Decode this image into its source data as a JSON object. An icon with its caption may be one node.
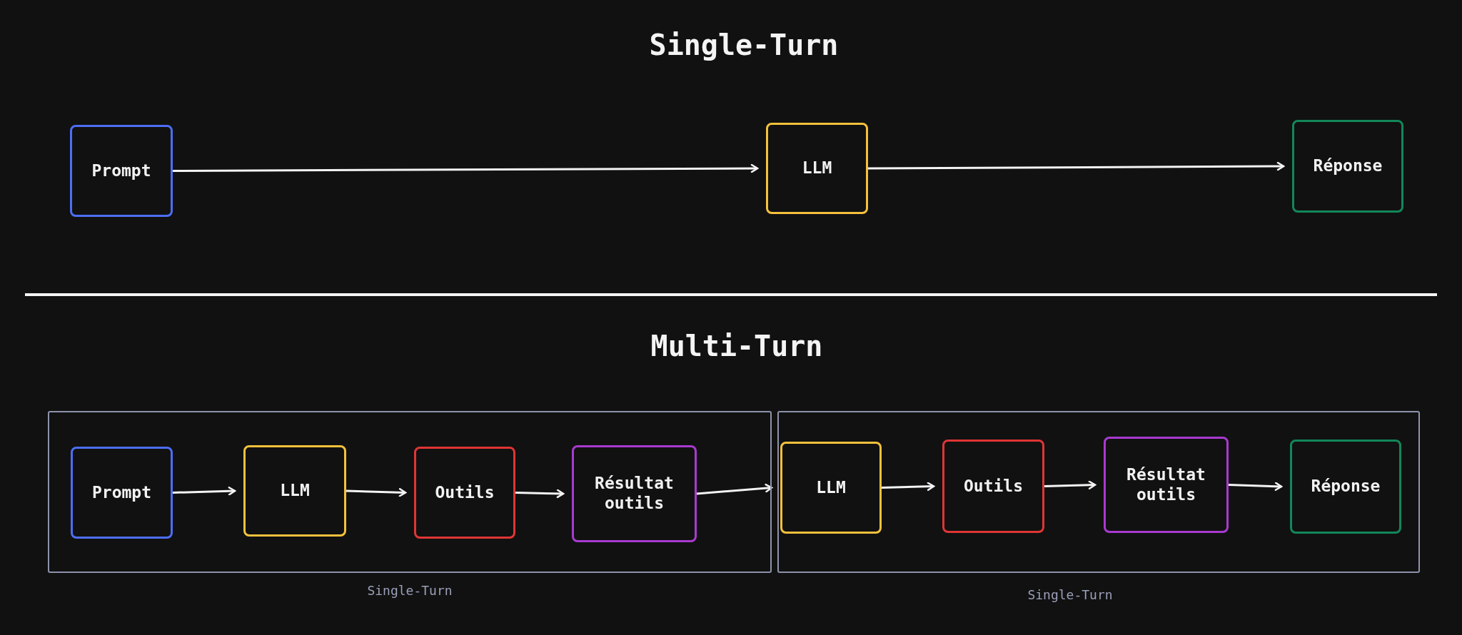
{
  "diagram": {
    "nodes": [
      {
        "text": [
          "Prompt"
        ]
      },
      {
        "text": [
          "LLM"
        ]
      },
      {
        "text": [
          "Réponse"
        ]
      },
      {
        "text": [],
        "shape": "box",
        "beside": [
          "Single-Turn"
        ]
      },
      {
        "text": [],
        "shape": "box",
        "beside": [
          "Single-Turn"
        ]
      },
      {
        "text": [
          "Prompt"
        ],
        "in": 3
      },
      {
        "text": [
          "LLM"
        ],
        "in": 3
      },
      {
        "text": [
          "Outils"
        ],
        "in": 3
      },
      {
        "text": [
          "Résultat outils"
        ],
        "in": 3
      },
      {
        "text": [
          "LLM"
        ],
        "in": 4
      },
      {
        "text": [
          "Outils"
        ],
        "in": 4
      },
      {
        "text": [
          "Résultat outils"
        ],
        "in": 4
      },
      {
        "text": [
          "Réponse"
        ],
        "in": 4
      }
    ],
    "edges": [
      {
        "from": 0,
        "to": 1,
        "arrow": "to"
      },
      {
        "from": 1,
        "to": 2,
        "arrow": "to"
      },
      {
        "from": 5,
        "to": 6,
        "arrow": "to"
      },
      {
        "from": 6,
        "to": 7,
        "arrow": "to"
      },
      {
        "from": 7,
        "to": 8,
        "arrow": "to"
      },
      {
        "from": 8,
        "to": 9,
        "arrow": "to"
      },
      {
        "from": 9,
        "to": 10,
        "arrow": "to"
      },
      {
        "from": 10,
        "to": 11,
        "arrow": "to"
      },
      {
        "from": 11,
        "to": 12,
        "arrow": "to"
      }
    ],
    "labels": [
      "Single-Turn",
      "Multi-Turn"
    ]
  }
}
